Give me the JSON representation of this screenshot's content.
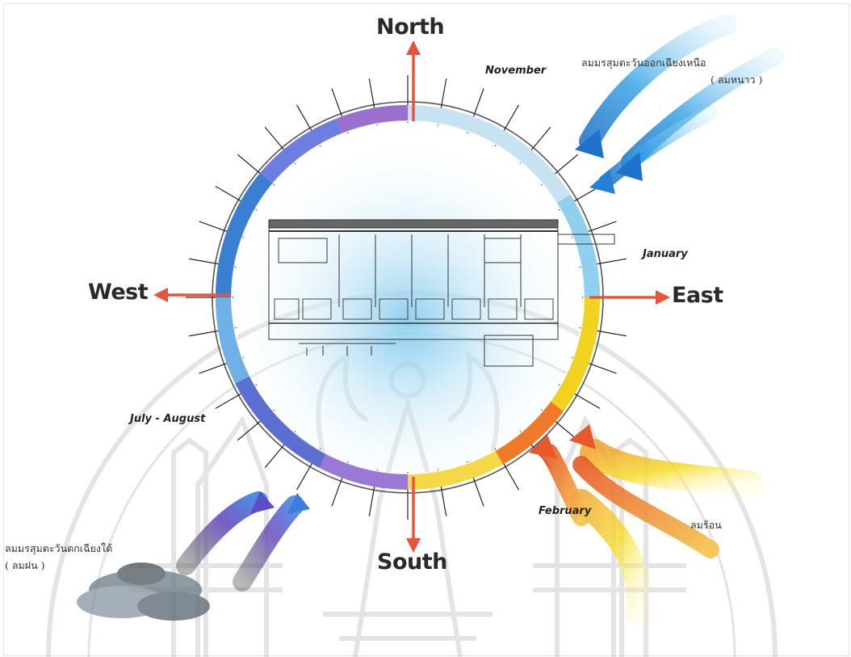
{
  "directions": {
    "north": "North",
    "south": "South",
    "east": "East",
    "west": "West"
  },
  "months": {
    "november": "November",
    "january": "January",
    "february": "February",
    "july_august": "July - August"
  },
  "winds": {
    "northeast_line1": "ลมมรสุมตะวันออกเฉียงเหนือ",
    "northeast_line2": "( ลมหนาว )",
    "southwest_line1": "ลมมรสุมตะวันตกเฉียงใต้",
    "southwest_line2": "( ลมฝน )",
    "summer": "ลมร้อน"
  },
  "colors": {
    "arrow": "#e5553d",
    "ring_blue": "#3b7fd0",
    "ring_purple": "#8a63c6",
    "ring_yellow": "#f1d21f",
    "ring_orange": "#ef7a2a",
    "wind_blue": "#2f8fdc",
    "wind_orange": "#f07a2c",
    "wind_yellow": "#f3d72a",
    "wind_purple": "#6b4bc0"
  },
  "icons": [
    "north-arrow-icon",
    "south-arrow-icon",
    "east-arrow-icon",
    "west-arrow-icon",
    "watermark-seal-icon",
    "cloud-icon"
  ]
}
